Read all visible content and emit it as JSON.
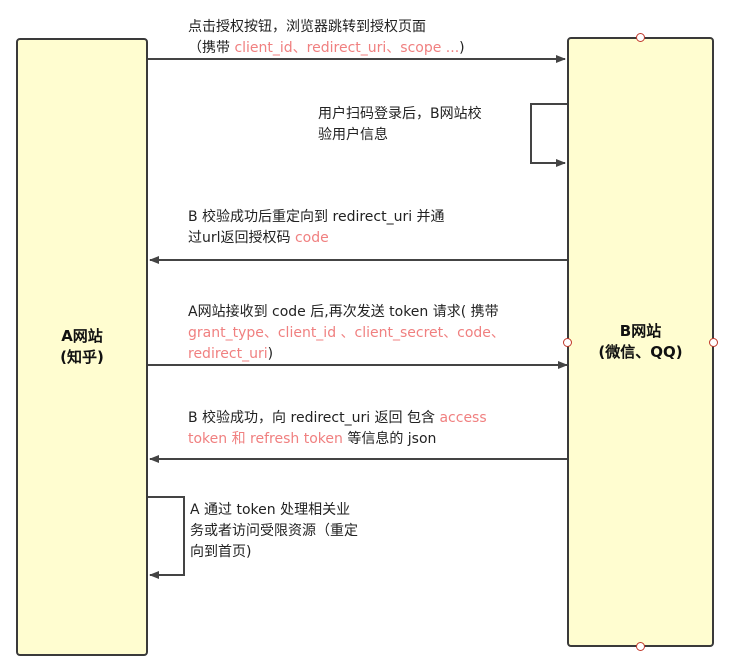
{
  "actors": {
    "a": {
      "line1": "A网站",
      "line2": "(知乎)"
    },
    "b": {
      "line1": "B网站",
      "line2": "(微信、QQ)"
    }
  },
  "steps": [
    {
      "id": "step1",
      "lines": [
        [
          {
            "t": "点击授权按钮，浏览器跳转到授权页面"
          }
        ],
        [
          {
            "t": "（携带 "
          },
          {
            "t": "client_id、redirect_uri、scope ...",
            "hl": true
          },
          {
            "t": ")"
          }
        ]
      ]
    },
    {
      "id": "step2",
      "lines": [
        [
          {
            "t": "用户扫码登录后，B网站校"
          }
        ],
        [
          {
            "t": "验用户信息"
          }
        ]
      ]
    },
    {
      "id": "step3",
      "lines": [
        [
          {
            "t": "B 校验成功后重定向到 redirect_uri 并通"
          }
        ],
        [
          {
            "t": "过url返回授权码 "
          },
          {
            "t": "code",
            "hl": true
          }
        ]
      ]
    },
    {
      "id": "step4",
      "lines": [
        [
          {
            "t": "A网站接收到 code 后,再次发送 token 请求( 携带"
          }
        ],
        [
          {
            "t": "grant_type、client_id 、client_secret、code、",
            "hl": true
          }
        ],
        [
          {
            "t": "redirect_uri",
            "hl": true
          },
          {
            "t": ")"
          }
        ]
      ]
    },
    {
      "id": "step5",
      "lines": [
        [
          {
            "t": "B 校验成功，向 redirect_uri  返回 包含 "
          },
          {
            "t": "access",
            "hl": true
          }
        ],
        [
          {
            "t": "token 和 refresh token",
            "hl": true
          },
          {
            "t": " 等信息的 json"
          }
        ]
      ]
    },
    {
      "id": "step6",
      "lines": [
        [
          {
            "t": "A 通过  token 处理相关业"
          }
        ],
        [
          {
            "t": "务或者访问受限资源（重定"
          }
        ],
        [
          {
            "t": "向到首页)"
          }
        ]
      ]
    }
  ],
  "colors": {
    "box_fill": "#fffdd0",
    "border": "#3a3a3a",
    "arrow": "#444444",
    "highlight": "#f08080"
  }
}
